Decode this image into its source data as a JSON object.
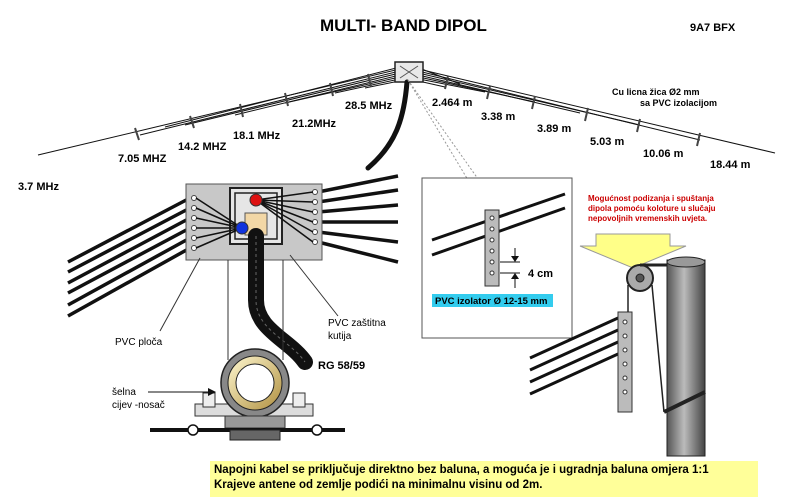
{
  "title": "MULTI- BAND DIPOL",
  "callsign": "9A7 BFX",
  "wire_note": [
    "Cu licna žica Ø2 mm",
    "sa PVC izolacijom"
  ],
  "bands": {
    "b37": "3.7 MHz",
    "b705": "7.05 MHZ",
    "b142": "14.2 MHZ",
    "b181": "18.1 MHz",
    "b212": "21.2MHz",
    "b285": "28.5 MHz"
  },
  "lengths": {
    "l1": "2.464 m",
    "l2": "3.38 m",
    "l3": "3.89 m",
    "l4": "5.03 m",
    "l5": "10.06 m",
    "l6": "18.44 m"
  },
  "spacer_detail": {
    "gap": "4 cm",
    "insulator_label": "PVC izolator  Ø 12-15 mm"
  },
  "feed_labels": {
    "plate": "PVC ploča",
    "box": [
      "PVC  zaštitna",
      "kutija"
    ],
    "cable": "RG 58/59",
    "pipe": [
      "šelna",
      "cijev -nosač"
    ]
  },
  "pulley_note": [
    "Mogućnost podizanja i spuštanja",
    "dipola pomoću koloture  u slučaju",
    "nepovoljnih vremenskih uvjeta."
  ],
  "bottom_note": [
    "Napojni kabel se priključuje direktno bez  baluna, a moguća je i ugradnja baluna omjera 1:1",
    "Krajeve antene od zemlje podići na minimalnu visinu od 2m."
  ],
  "colors": {
    "note_background": "#ffff99",
    "insulator_label_background": "#33ccee",
    "warning_text": "#cc0000",
    "arrow_fill": "#ffff88"
  }
}
